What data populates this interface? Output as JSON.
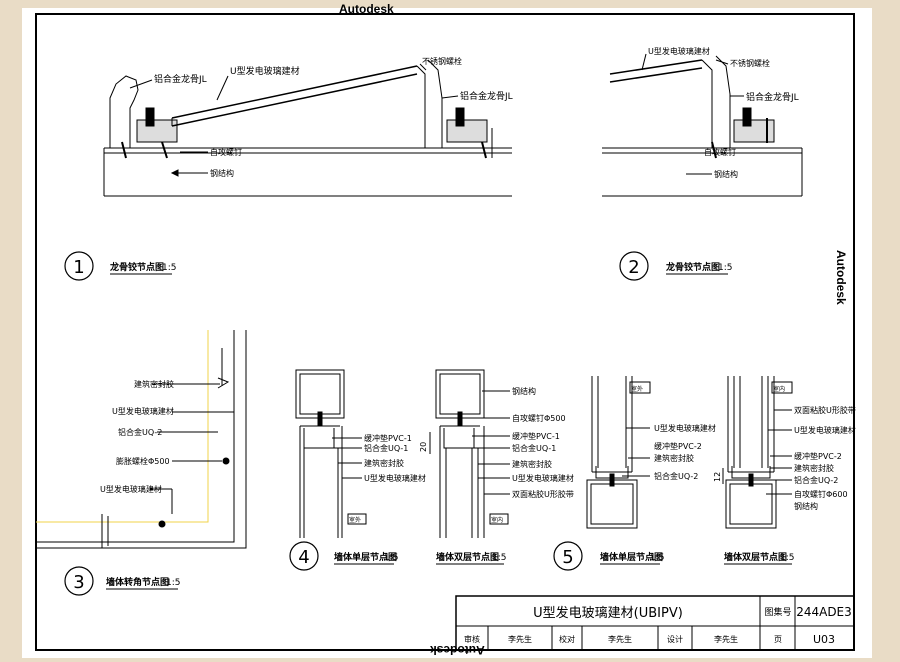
{
  "watermark": "Autodesk",
  "details": {
    "d1": {
      "number": "1",
      "title": "龙骨铰节点图",
      "scale": "1:5"
    },
    "d2": {
      "number": "2",
      "title": "龙骨铰节点图",
      "scale": "1:5"
    },
    "d3": {
      "number": "3",
      "title": "墙体转角节点图",
      "scale": "1:5"
    },
    "d4": {
      "number": "4",
      "title": "墙体单层节点图",
      "scale": "1:5",
      "second_title": "墙体双层节点图",
      "second_scale": "1:5"
    },
    "d5": {
      "number": "5",
      "title": "墙体单层节点图",
      "scale": "1:5",
      "second_title": "墙体双层节点图",
      "second_scale": "1:5"
    }
  },
  "labels": {
    "lv_jin_ju": "铝合金龙骨JL",
    "u_glass": "U型发电玻璃建材",
    "stainless_bolt": "不锈钢螺栓",
    "self_tap": "自攻螺钉",
    "steel_struct": "钢结构",
    "weather_seal": "建筑密封胶",
    "alu_uq2": "铝合金UQ-2",
    "expansion_bolt": "膨胀螺栓Φ500",
    "u_glass_2": "U型发电玻璃建材",
    "buffer_pvc1": "缓冲垫PVC-1",
    "alu_uq1": "铝合金UQ-1",
    "self_tap_500": "自攻螺钉Φ500",
    "dim_20": "20",
    "outer": "室外",
    "inner": "室内",
    "tape": "双面粘胶U形胶带",
    "buffer_pvc2": "缓冲垫PVC-2",
    "self_tap_600": "自攻螺钉Φ600",
    "dim_12": "12"
  },
  "title_block": {
    "title": "U型发电玻璃建材(UBIPV)",
    "atlas_label": "图集号",
    "atlas_no": "244ADE3",
    "review_label": "审核",
    "review_name": "李先生",
    "check_label": "校对",
    "check_name": "李先生",
    "design_label": "设计",
    "design_name": "李先生",
    "page_label": "页",
    "page_no": "U03"
  }
}
